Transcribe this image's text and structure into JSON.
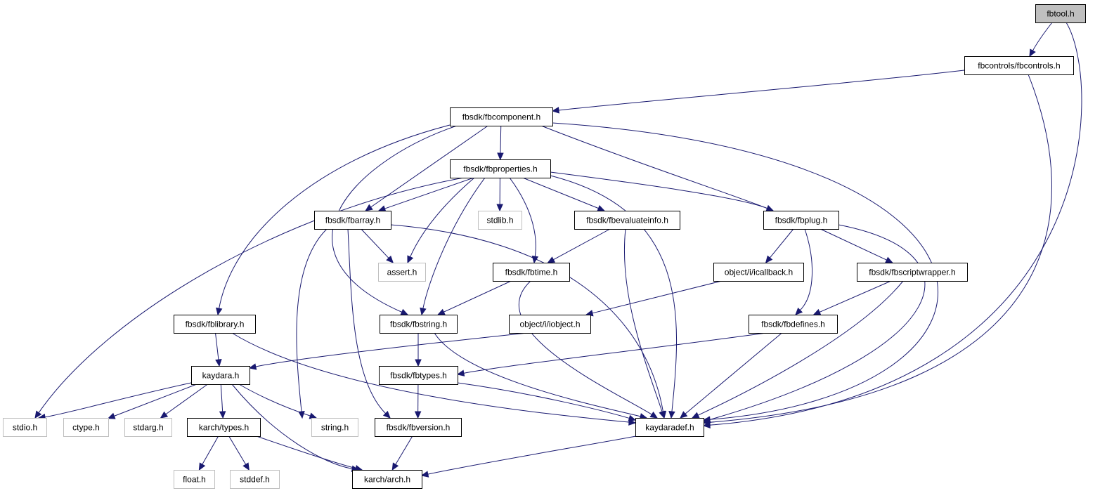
{
  "colors": {
    "edge": "#191970",
    "root_fill": "#bfbfbf",
    "system_border": "#bfbfbf"
  },
  "nodes": [
    {
      "id": "fbtool",
      "label": "fbtool.h",
      "kind": "root"
    },
    {
      "id": "fbcontrols",
      "label": "fbcontrols/fbcontrols.h",
      "kind": "header"
    },
    {
      "id": "fbcomponent",
      "label": "fbsdk/fbcomponent.h",
      "kind": "header"
    },
    {
      "id": "fbproperties",
      "label": "fbsdk/fbproperties.h",
      "kind": "header"
    },
    {
      "id": "fbarray",
      "label": "fbsdk/fbarray.h",
      "kind": "header"
    },
    {
      "id": "stdlib",
      "label": "stdlib.h",
      "kind": "system"
    },
    {
      "id": "fbevaluateinfo",
      "label": "fbsdk/fbevaluateinfo.h",
      "kind": "header"
    },
    {
      "id": "fbplug",
      "label": "fbsdk/fbplug.h",
      "kind": "header"
    },
    {
      "id": "assert",
      "label": "assert.h",
      "kind": "system"
    },
    {
      "id": "fbtime",
      "label": "fbsdk/fbtime.h",
      "kind": "header"
    },
    {
      "id": "icallback",
      "label": "object/i/icallback.h",
      "kind": "header"
    },
    {
      "id": "fbscriptwrapper",
      "label": "fbsdk/fbscriptwrapper.h",
      "kind": "header"
    },
    {
      "id": "fblibrary",
      "label": "fbsdk/fblibrary.h",
      "kind": "header"
    },
    {
      "id": "fbstring",
      "label": "fbsdk/fbstring.h",
      "kind": "header"
    },
    {
      "id": "iobject",
      "label": "object/i/iobject.h",
      "kind": "header"
    },
    {
      "id": "fbdefines",
      "label": "fbsdk/fbdefines.h",
      "kind": "header"
    },
    {
      "id": "kaydara",
      "label": "kaydara.h",
      "kind": "header"
    },
    {
      "id": "fbtypes",
      "label": "fbsdk/fbtypes.h",
      "kind": "header"
    },
    {
      "id": "stdio",
      "label": "stdio.h",
      "kind": "system"
    },
    {
      "id": "ctype",
      "label": "ctype.h",
      "kind": "system"
    },
    {
      "id": "stdarg",
      "label": "stdarg.h",
      "kind": "system"
    },
    {
      "id": "karchtypes",
      "label": "karch/types.h",
      "kind": "header"
    },
    {
      "id": "string",
      "label": "string.h",
      "kind": "system"
    },
    {
      "id": "fbversion",
      "label": "fbsdk/fbversion.h",
      "kind": "header"
    },
    {
      "id": "kaydaradef",
      "label": "kaydaradef.h",
      "kind": "header"
    },
    {
      "id": "float",
      "label": "float.h",
      "kind": "system"
    },
    {
      "id": "stddef",
      "label": "stddef.h",
      "kind": "system"
    },
    {
      "id": "karcharch",
      "label": "karch/arch.h",
      "kind": "header"
    }
  ],
  "edges": [
    {
      "from": "fbtool",
      "to": "fbcontrols"
    },
    {
      "from": "fbtool",
      "to": "kaydaradef"
    },
    {
      "from": "fbcontrols",
      "to": "fbcomponent"
    },
    {
      "from": "fbcontrols",
      "to": "kaydaradef"
    },
    {
      "from": "fbcomponent",
      "to": "fbproperties"
    },
    {
      "from": "fbcomponent",
      "to": "fbarray"
    },
    {
      "from": "fbcomponent",
      "to": "fbstring"
    },
    {
      "from": "fbcomponent",
      "to": "fblibrary"
    },
    {
      "from": "fbcomponent",
      "to": "fbplug"
    },
    {
      "from": "fbcomponent",
      "to": "kaydaradef"
    },
    {
      "from": "fbproperties",
      "to": "stdio"
    },
    {
      "from": "fbproperties",
      "to": "fbarray"
    },
    {
      "from": "fbproperties",
      "to": "assert"
    },
    {
      "from": "fbproperties",
      "to": "fbstring"
    },
    {
      "from": "fbproperties",
      "to": "stdlib"
    },
    {
      "from": "fbproperties",
      "to": "fbtime"
    },
    {
      "from": "fbproperties",
      "to": "fbevaluateinfo"
    },
    {
      "from": "fbproperties",
      "to": "fbplug"
    },
    {
      "from": "fbproperties",
      "to": "kaydaradef"
    },
    {
      "from": "fbarray",
      "to": "assert"
    },
    {
      "from": "fbarray",
      "to": "string"
    },
    {
      "from": "fbarray",
      "to": "fbversion"
    },
    {
      "from": "fbarray",
      "to": "kaydaradef"
    },
    {
      "from": "fbevaluateinfo",
      "to": "fbtime"
    },
    {
      "from": "fbevaluateinfo",
      "to": "kaydaradef"
    },
    {
      "from": "fbplug",
      "to": "icallback"
    },
    {
      "from": "fbplug",
      "to": "fbdefines"
    },
    {
      "from": "fbplug",
      "to": "fbscriptwrapper"
    },
    {
      "from": "fbplug",
      "to": "kaydaradef"
    },
    {
      "from": "fbtime",
      "to": "fbstring"
    },
    {
      "from": "fbtime",
      "to": "kaydaradef"
    },
    {
      "from": "icallback",
      "to": "iobject"
    },
    {
      "from": "fbscriptwrapper",
      "to": "fbdefines"
    },
    {
      "from": "fbscriptwrapper",
      "to": "kaydaradef"
    },
    {
      "from": "fblibrary",
      "to": "kaydara"
    },
    {
      "from": "fblibrary",
      "to": "kaydaradef"
    },
    {
      "from": "fbstring",
      "to": "fbtypes"
    },
    {
      "from": "fbstring",
      "to": "kaydaradef"
    },
    {
      "from": "iobject",
      "to": "kaydara"
    },
    {
      "from": "fbdefines",
      "to": "fbtypes"
    },
    {
      "from": "fbdefines",
      "to": "kaydaradef"
    },
    {
      "from": "kaydara",
      "to": "stdio"
    },
    {
      "from": "kaydara",
      "to": "ctype"
    },
    {
      "from": "kaydara",
      "to": "stdarg"
    },
    {
      "from": "kaydara",
      "to": "karchtypes"
    },
    {
      "from": "kaydara",
      "to": "string"
    },
    {
      "from": "kaydara",
      "to": "karcharch"
    },
    {
      "from": "fbtypes",
      "to": "fbversion"
    },
    {
      "from": "fbtypes",
      "to": "kaydaradef"
    },
    {
      "from": "karchtypes",
      "to": "float"
    },
    {
      "from": "karchtypes",
      "to": "stddef"
    },
    {
      "from": "karchtypes",
      "to": "karcharch"
    },
    {
      "from": "fbversion",
      "to": "karcharch"
    },
    {
      "from": "kaydaradef",
      "to": "karcharch"
    }
  ]
}
